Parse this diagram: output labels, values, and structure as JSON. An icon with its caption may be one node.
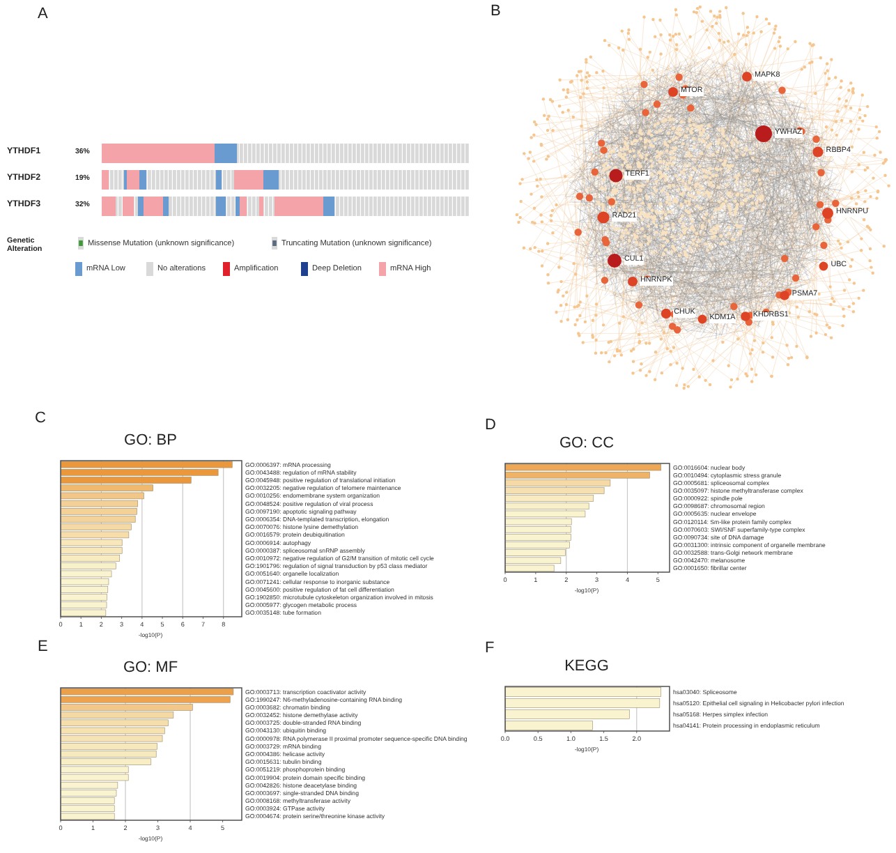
{
  "diagram": {
    "labels": [
      "A",
      "YTHDF1",
      "36%",
      "YTHDF2",
      "19%",
      "YTHDF3",
      "32%",
      "Genetic Alteration",
      "B",
      "MAPK8",
      "MTOR",
      "YWHAZ",
      "RBBP4",
      "TERF1",
      "HNRNPU",
      "RAD21",
      "CUL1",
      "UBC",
      "HNRNPK",
      "PSMA7",
      "CHUK",
      "KDM1A",
      "KHDRBS1",
      "C",
      "D",
      "E",
      "F"
    ],
    "legend": [
      {
        "text": "Missense Mutation (unknown significance)",
        "color": "#3d9a37"
      },
      {
        "text": "Truncating Mutation (unknown significance)",
        "color": "#5a6a80"
      },
      {
        "text": "mRNA Low",
        "color": "#6a9bd0"
      },
      {
        "text": "No alterations",
        "color": "#d9d9d9"
      },
      {
        "text": "Amplification",
        "color": "#e0202a"
      },
      {
        "text": "Deep Deletion",
        "color": "#1f3f8f"
      },
      {
        "text": "mRNA High",
        "color": "#f4a3a8"
      }
    ],
    "chart_data": [
      {
        "type": "bar",
        "orientation": "horizontal",
        "grid": true,
        "title": "GO: BP",
        "xlabel": "-log10(P)",
        "xlim": [
          0,
          8.9
        ],
        "xticks": [
          0,
          1,
          2,
          3,
          4,
          5,
          6,
          7,
          8
        ],
        "categories": [
          "GO:0006397: mRNA processing",
          "GO:0043488: regulation of mRNA stability",
          "GO:0045948: positive regulation of translational initiation",
          "GO:0032205: negative regulation of telomere maintenance",
          "GO:0010256: endomembrane system organization",
          "GO:0048524: positive regulation of viral process",
          "GO:0097190: apoptotic signaling pathway",
          "GO:0006354: DNA-templated transcription, elongation",
          "GO:0070076: histone lysine demethylation",
          "GO:0016579: protein deubiquitination",
          "GO:0006914: autophagy",
          "GO:0000387: spliceosomal snRNP assembly",
          "GO:0010972: negative regulation of G2/M transition of mitotic cell cycle",
          "GO:1901796: regulation of signal transduction by p53 class mediator",
          "GO:0051640: organelle localization",
          "GO:0071241: cellular response to inorganic substance",
          "GO:0045600: positive regulation of fat cell differentiation",
          "GO:1902850: microtubule cytoskeleton organization involved in mitosis",
          "GO:0005977: glycogen metabolic process",
          "GO:0035148: tube formation"
        ],
        "values": [
          8.43,
          7.74,
          6.41,
          4.54,
          4.09,
          3.79,
          3.75,
          3.67,
          3.47,
          3.35,
          3.02,
          3.02,
          2.9,
          2.72,
          2.5,
          2.36,
          2.32,
          2.28,
          2.26,
          2.22
        ]
      },
      {
        "type": "bar",
        "orientation": "horizontal",
        "grid": true,
        "title": "GO: CC",
        "xlabel": "-log10(P)",
        "xlim": [
          0,
          5.38
        ],
        "xticks": [
          0,
          1,
          2,
          3,
          4,
          5
        ],
        "categories": [
          "GO:0016604: nuclear body",
          "GO:0010494: cytoplasmic stress granule",
          "GO:0005681: spliceosomal complex",
          "GO:0035097: histone methyltransferase complex",
          "GO:0000922: spindle pole",
          "GO:0098687: chromosomal region",
          "GO:0005635: nuclear envelope",
          "GO:0120114: Sm-like protein family complex",
          "GO:0070603: SWI/SNF superfamily-type complex",
          "GO:0090734: site of DNA damage",
          "GO:0031300: intrinsic component of organelle membrane",
          "GO:0032588: trans-Golgi network membrane",
          "GO:0042470: melanosome",
          "GO:0001650: fibrillar center"
        ],
        "values": [
          5.1,
          4.73,
          3.44,
          3.24,
          2.89,
          2.74,
          2.62,
          2.17,
          2.15,
          2.15,
          2.11,
          1.97,
          1.82,
          1.6
        ]
      },
      {
        "type": "bar",
        "orientation": "horizontal",
        "grid": true,
        "title": "GO: MF",
        "xlabel": "-log10(P)",
        "xlim": [
          0,
          5.59
        ],
        "xticks": [
          0,
          1,
          2,
          3,
          4,
          5
        ],
        "categories": [
          "GO:0003713: transcription coactivator activity",
          "GO:1990247: N6-methyladenosine-containing RNA binding",
          "GO:0003682: chromatin binding",
          "GO:0032452: histone demethylase activity",
          "GO:0003725: double-stranded RNA binding",
          "GO:0043130: ubiquitin binding",
          "GO:0000978: RNA polymerase II proximal promoter sequence-specific DNA binding",
          "GO:0003729: mRNA binding",
          "GO:0004386: helicase activity",
          "GO:0015631: tubulin binding",
          "GO:0051219: phosphoprotein binding",
          "GO:0019904: protein domain specific binding",
          "GO:0042826: histone deacetylase binding",
          "GO:0003697: single-stranded DNA binding",
          "GO:0008168: methyltransferase activity",
          "GO:0003924: GTPase activity",
          "GO:0004674: protein serine/threonine kinase activity"
        ],
        "values": [
          5.33,
          5.23,
          4.07,
          3.48,
          3.32,
          3.21,
          3.14,
          2.98,
          2.95,
          2.79,
          2.09,
          2.09,
          1.76,
          1.72,
          1.66,
          1.66,
          1.66
        ]
      },
      {
        "type": "bar",
        "orientation": "horizontal",
        "grid": true,
        "title": "KEGG",
        "xlabel": "-log10(P)",
        "xlim": [
          0,
          2.5
        ],
        "xticks": [
          {
            "value": 0,
            "label": "0.0"
          },
          {
            "value": 0.5,
            "label": "0.5"
          },
          {
            "value": 1,
            "label": "1.0"
          },
          {
            "value": 1.5,
            "label": "1.5"
          },
          {
            "value": 2,
            "label": "2.0"
          }
        ],
        "categories": [
          "hsa03040: Spliceosome",
          "hsa05120: Epithelial cell signaling in Helicobacter pylori infection",
          "hsa05168: Herpes simplex infection",
          "hsa04141: Protein processing in endoplasmic reticulum"
        ],
        "values": [
          2.37,
          2.35,
          1.89,
          1.33
        ]
      }
    ]
  }
}
